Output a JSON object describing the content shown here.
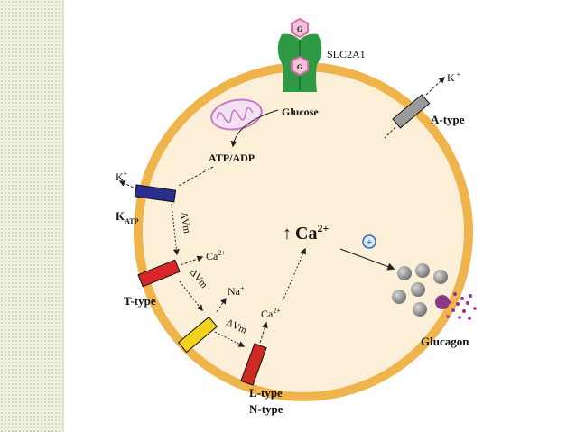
{
  "labels": {
    "transporter": "SLC2A1",
    "glucose_mark": "G",
    "glucose": "Glucose",
    "atp_adp": "ATP/ADP",
    "k_katp_base": "K",
    "k_katp_sup": "+",
    "katp_base": "K",
    "katp_sub": "ATP",
    "dvm_1": "ΔVm",
    "ca_ttype_base": "Ca",
    "ca_ttype_sup": "2+",
    "ttype": "T-type",
    "dvm_2": "ΔVm",
    "na_base": "Na",
    "na_sup": "+",
    "dvm_3": "ΔVm",
    "ca_ltype_base": "Ca",
    "ca_ltype_sup": "2+",
    "ltype": "L-type",
    "ntype": "N-type",
    "ca_center_arrow": "↑",
    "ca_center_base": "Ca",
    "ca_center_sup": "2+",
    "plus": "+",
    "glucagon": "Glucagon",
    "k_atype_base": "K",
    "k_atype_sup": "+",
    "atype": "A-type"
  },
  "colors": {
    "cell_fill": "#fcefd8",
    "cell_border": "#f0b44c",
    "transporter": "#2e9a46",
    "glucose_hex": "#e06aa8",
    "mitochondrion": "#c77bc4",
    "katp_channel": "#2a2f8e",
    "ttype_channel": "#d8272a",
    "na_channel": "#f1d21d",
    "ltype_channel": "#cc2a22",
    "atype_channel": "#9a9a9a",
    "granule": "#8c8c8c",
    "glucagon_dots": "#9c2f8f",
    "plus_badge": "#2f6fb6"
  }
}
